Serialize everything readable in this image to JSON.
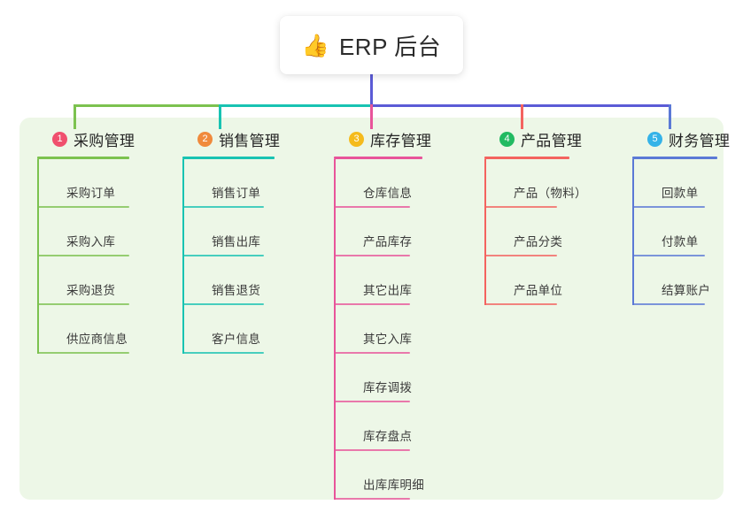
{
  "root": {
    "icon": "thumbs-up-icon",
    "emoji": "👍",
    "title": "ERP 后台"
  },
  "panel": {
    "background": "#edf7e7"
  },
  "connector_colors": {
    "trunk": "#5b5bd6",
    "segment_green": "#7cc24f",
    "segment_teal": "#18c3b2",
    "segment_blue": "#5b5bd6",
    "drop_purchase": "#7cc24f",
    "drop_sales": "#18c3b2",
    "drop_inventory": "#e8549a",
    "drop_product": "#f4635f",
    "drop_finance": "#5b79d6"
  },
  "columns": [
    {
      "index": "1",
      "title": "采购管理",
      "badge_color": "#f0506e",
      "line_color": "#7cc24f",
      "items": [
        {
          "label": "采购订单"
        },
        {
          "label": "采购入库"
        },
        {
          "label": "采购退货"
        },
        {
          "label": "供应商信息"
        }
      ]
    },
    {
      "index": "2",
      "title": "销售管理",
      "badge_color": "#f08a3c",
      "line_color": "#18c3b2",
      "items": [
        {
          "label": "销售订单"
        },
        {
          "label": "销售出库"
        },
        {
          "label": "销售退货"
        },
        {
          "label": "客户信息"
        }
      ]
    },
    {
      "index": "3",
      "title": "库存管理",
      "badge_color": "#f5bb1d",
      "line_color": "#e8549a",
      "items": [
        {
          "label": "仓库信息"
        },
        {
          "label": "产品库存"
        },
        {
          "label": "其它出库"
        },
        {
          "label": "其它入库"
        },
        {
          "label": "库存调拨"
        },
        {
          "label": "库存盘点"
        },
        {
          "label": "出库库明细"
        }
      ]
    },
    {
      "index": "4",
      "title": "产品管理",
      "badge_color": "#22ba62",
      "line_color": "#f4635f",
      "items": [
        {
          "label": "产品（物料）"
        },
        {
          "label": "产品分类"
        },
        {
          "label": "产品单位"
        }
      ]
    },
    {
      "index": "5",
      "title": "财务管理",
      "badge_color": "#35b3e8",
      "line_color": "#5b79d6",
      "items": [
        {
          "label": "回款单"
        },
        {
          "label": "付款单"
        },
        {
          "label": "结算账户"
        }
      ]
    }
  ]
}
